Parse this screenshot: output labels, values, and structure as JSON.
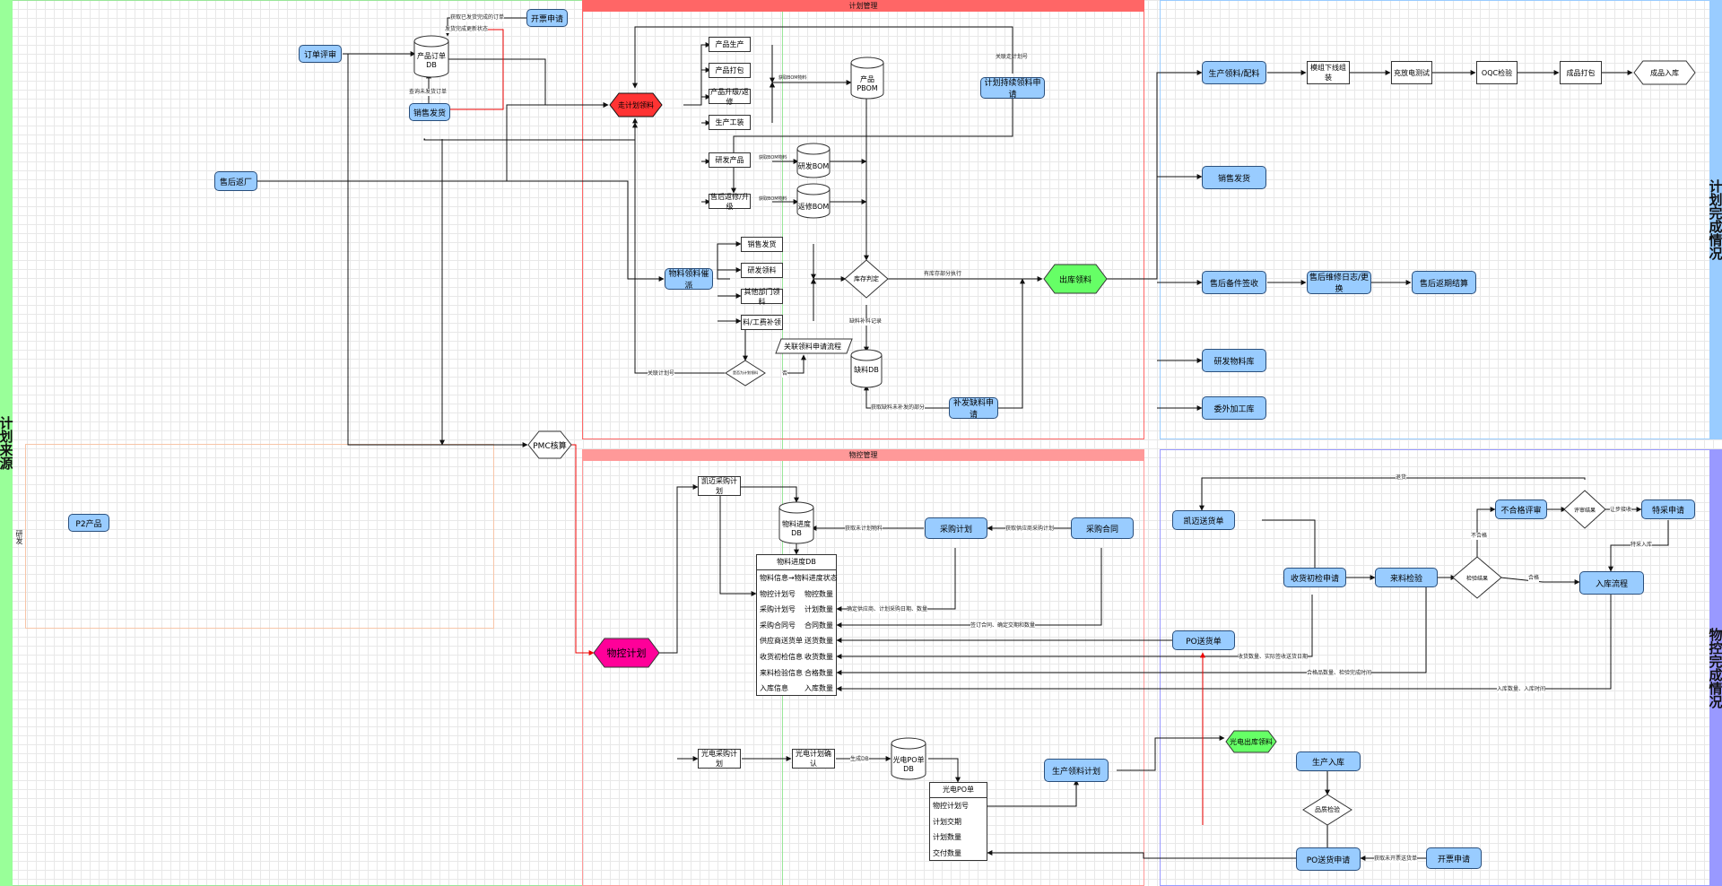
{
  "lanes": {
    "plan_source": "计划来源",
    "dev": "研发",
    "plan_mgmt": "计划管理",
    "material_mgmt": "物控管理",
    "plan_done": "计划完成情况",
    "material_done": "物控完成情况"
  },
  "boxes": {
    "invoice_top": "开票申请",
    "order_review": "订单评审",
    "sales_ship_l": "销售发货",
    "after_sales_return": "售后返厂",
    "p2_product": "P2产品",
    "prod_make": "产品生产",
    "prod_pack": "产品打包",
    "prod_upgrade": "产品升级/返修",
    "prod_labor": "生产工装",
    "dev_product": "研发产品",
    "after_upgrade": "售后返修/升级",
    "plan_material_req": "计划持续领料申请",
    "sales_ship_m": "销售发货",
    "dev_pick": "研发领料",
    "other_pick": "其他部门领料",
    "labor_supp": "料/工费补领",
    "supp_apply": "补发缺料申请",
    "link_flow": "关联领料申请流程",
    "prod_pick": "生产领料/配料",
    "line_assembly": "模组下线组装",
    "charge_test": "充放电测试",
    "oqc": "OQC检验",
    "finish_pack": "成品打包",
    "sales_ship_r": "销售发货",
    "after_receive": "售后备件签收",
    "after_repair": "售后维修日志/更换",
    "after_settle": "售后返期结算",
    "dev_store": "研发物料库",
    "outsource": "委外加工库",
    "ql_purchase": "凯迈采购计划",
    "purchase_plan": "采购计划",
    "purchase_contract": "采购合同",
    "gd_purchase": "光电采购计划",
    "gd_confirm": "光电计划确认",
    "prod_pick_plan": "生产领料计划",
    "ql_delivery": "凯迈送货单",
    "receive_apply": "收货初检申请",
    "incoming_inspect": "来料检验",
    "reject_review": "不合格评审",
    "special_apply": "特采申请",
    "in_stock": "入库流程",
    "po_delivery_l": "PO送货单",
    "prod_in": "生产入库",
    "po_delivery_r": "PO送货申请",
    "invoice_bottom": "开票申请"
  },
  "shapes": {
    "go_pick": "走计划领料",
    "pmc": "PMC核算",
    "issue_pick": "出库领料",
    "material_plan": "物控计划",
    "gd_out": "光电出库领料",
    "finished_in": "成品入库",
    "stock_judge": "库存判定",
    "is_linked": "是否为计划领料",
    "inspect_result": "检验结果",
    "review_result": "评审结果",
    "quality_check": "品质检验",
    "pick_dispatch": "物料领料催派"
  },
  "dbs": {
    "order_db": [
      "产品订单",
      "DB"
    ],
    "product_pbom": [
      "产品",
      "PBOM"
    ],
    "dev_bom": [
      "研发BOM"
    ],
    "after_bom": [
      "返修BOM"
    ],
    "shortage_db": [
      "缺料DB"
    ],
    "material_progress": [
      "物料进度",
      "DB"
    ],
    "gd_po": [
      "光电PO单",
      "DB"
    ]
  },
  "progress_table": {
    "title": "物料进度DB",
    "rows": [
      [
        "物料信息→物料进度状态",
        ""
      ],
      [
        "物控计划号",
        "物控数量"
      ],
      [
        "采购计划号",
        "计划数量"
      ],
      [
        "采购合同号",
        "合同数量"
      ],
      [
        "供应商送货单",
        "送货数量"
      ],
      [
        "收货初检信息",
        "收货数量"
      ],
      [
        "来料检验信息",
        "合格数量"
      ],
      [
        "入库信息",
        "入库数量"
      ]
    ]
  },
  "po_table": {
    "title": "光电PO单",
    "rows": [
      "物控计划号",
      "计划交期",
      "计划数量",
      "交付数量"
    ]
  },
  "labels": {
    "get_shipped": "获取已发货完成的订单",
    "update_state": "发货完成更新状态",
    "query_unshipped": "查询未发货订单",
    "bom_a": "获取BOM物料",
    "bom_b": "获取BOM物料",
    "bom_c": "获取BOM物料",
    "link_plan_top": "关联走计划号",
    "part_exec": "有库存部分执行",
    "shortage_note": "缺料补料记录",
    "link_plan_bottom": "关联计划号",
    "no": "否",
    "get_shortage": "获取缺料未补发的部分",
    "return": "退货",
    "fail": "不合格",
    "pass": "合格",
    "special_pick": "让步接收",
    "special_in": "特采入库",
    "get_unplanned": "获取未计划物料",
    "get_supplier": "获取供应商采购计划",
    "confirm_supplier": "确定供应商、计划采购日期、数量",
    "sign_contract": "签订合同、确定交期和数量",
    "recv_qty": "收货数量、实际签收送货日期",
    "pass_qty": "合格品数量、检验完成时间",
    "stock_qty": "入库数量、入库时间",
    "gen_db": "生成DB",
    "get_invoice": "获取未开票送货单"
  }
}
